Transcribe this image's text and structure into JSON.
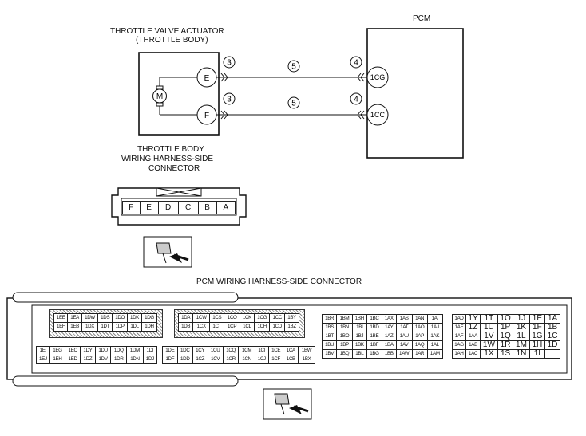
{
  "labels": {
    "actuator": "THROTTLE VALVE ACTUATOR",
    "actuator_sub": "(THROTTLE BODY)",
    "pcm": "PCM",
    "tb_conn_line1": "THROTTLE BODY",
    "tb_conn_line2": "WIRING HARNESS-SIDE",
    "tb_conn_line3": "CONNECTOR",
    "pcm_conn": "PCM WIRING HARNESS-SIDE CONNECTOR"
  },
  "circuit": {
    "motor": "M",
    "terminal_e": "E",
    "terminal_f": "F",
    "pcm_top": "1CG",
    "pcm_bottom": "1CC",
    "callout_3": "3",
    "callout_4": "4",
    "callout_5": "5"
  },
  "tb_connector": {
    "pins": [
      "F",
      "E",
      "D",
      "C",
      "B",
      "A"
    ]
  },
  "pcm_connector": {
    "block1_top": [
      [
        "1EE",
        "1EA",
        "1DW",
        "1DS",
        "1DO",
        "1DK",
        "1DG"
      ],
      [
        "1EF",
        "1EB",
        "1DX",
        "1DT",
        "1DP",
        "1DL",
        "1DH"
      ]
    ],
    "block1_bottom": [
      [
        "1EI",
        "1EG",
        "1EC",
        "1DY",
        "1DU",
        "1DQ",
        "1DM",
        "1DI"
      ],
      [
        "1EJ",
        "1EH",
        "1ED",
        "1DZ",
        "1DV",
        "1DR",
        "1DN",
        "1DJ"
      ]
    ],
    "block2_top": [
      [
        "1DA",
        "1CW",
        "1CS",
        "1CO",
        "1CK",
        "1CG",
        "1CC",
        "1BY"
      ],
      [
        "1DB",
        "1CX",
        "1CT",
        "1CP",
        "1CL",
        "1CH",
        "1CD",
        "1BZ"
      ]
    ],
    "block2_bottom": [
      [
        "1DE",
        "1DC",
        "1CY",
        "1CU",
        "1CQ",
        "1CM",
        "1CI",
        "1CE",
        "1CA",
        "1BW"
      ],
      [
        "1DF",
        "1DD",
        "1CZ",
        "1CV",
        "1CR",
        "1CN",
        "1CJ",
        "1CF",
        "1CB",
        "1BX"
      ]
    ],
    "block3": [
      [
        "1BR",
        "1BM",
        "1BH",
        "1BC",
        "1AX",
        "1AS",
        "1AN",
        "1AI"
      ],
      [
        "1BS",
        "1BN",
        "1BI",
        "1BD",
        "1AY",
        "1AT",
        "1AO",
        "1AJ"
      ],
      [
        "1BT",
        "1BO",
        "1BJ",
        "1BE",
        "1AZ",
        "1AU",
        "1AP",
        "1AK"
      ],
      [
        "1BU",
        "1BP",
        "1BK",
        "1BF",
        "1BA",
        "1AV",
        "1AQ",
        "1AL"
      ],
      [
        "1BV",
        "1BQ",
        "1BL",
        "1BG",
        "1BB",
        "1AW",
        "1AR",
        "1AM"
      ]
    ],
    "block4": [
      [
        "1AD",
        "1Y",
        "1T",
        "1O",
        "1J",
        "1E",
        "1A"
      ],
      [
        "1AE",
        "1Z",
        "1U",
        "1P",
        "1K",
        "1F",
        "1B"
      ],
      [
        "1AF",
        "1AA",
        "1V",
        "1Q",
        "1L",
        "1G",
        "1C"
      ],
      [
        "1AG",
        "1AB",
        "1W",
        "1R",
        "1M",
        "1H",
        "1D"
      ],
      [
        "1AH",
        "1AC",
        "1X",
        "1S",
        "1N",
        "1I",
        ""
      ]
    ]
  }
}
